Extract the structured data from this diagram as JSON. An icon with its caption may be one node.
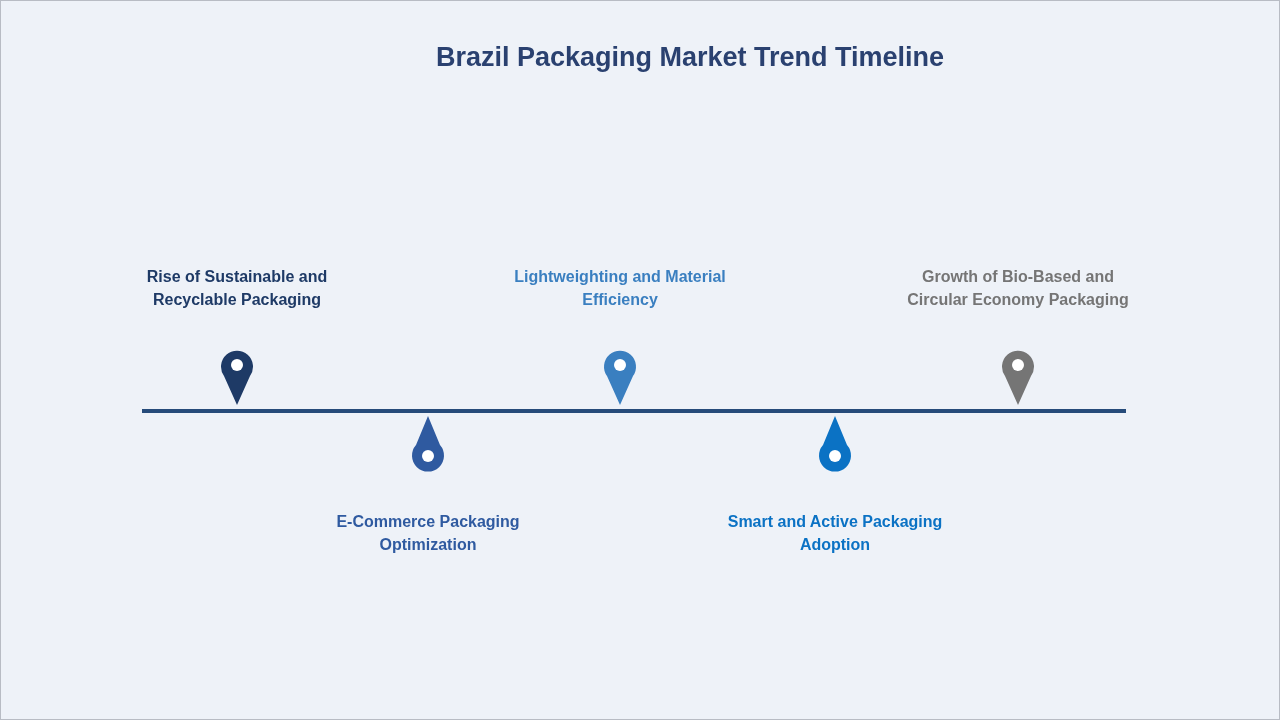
{
  "diagram": {
    "title": "Brazil Packaging Market Trend Timeline",
    "labels": [
      "Rise of Sustainable and Recyclable Packaging",
      "E-Commerce Packaging Optimization",
      "Lightweighting and Material Efficiency",
      "Smart and Active Packaging Adoption",
      "Growth of Bio-Based and Circular Economy Packaging"
    ]
  }
}
